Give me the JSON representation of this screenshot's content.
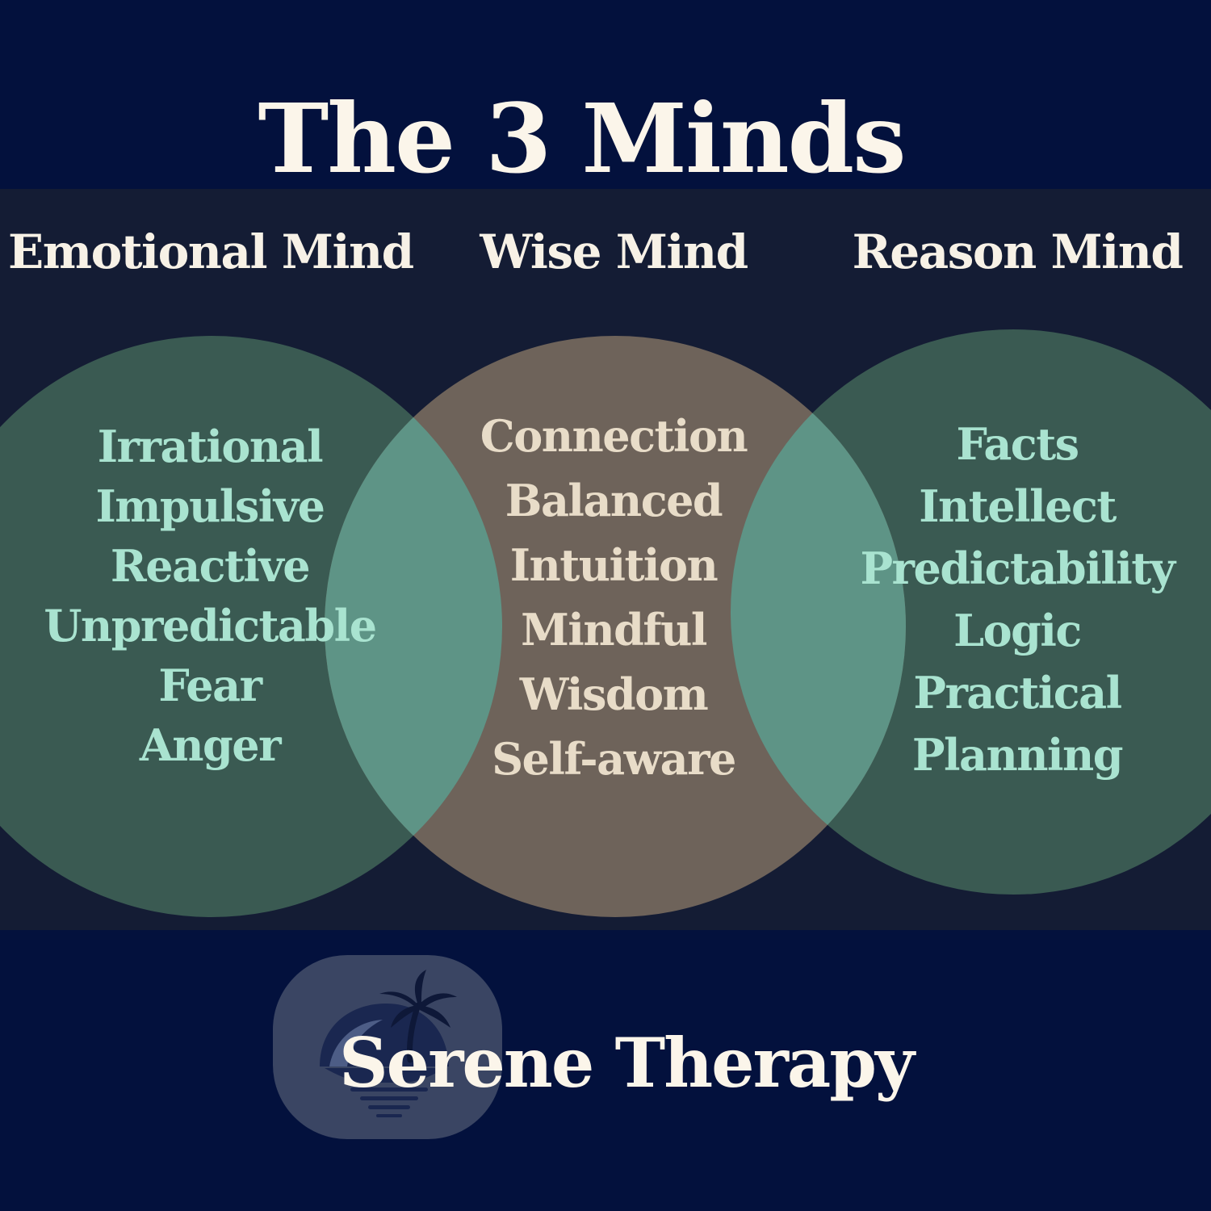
{
  "title": "The 3 Minds",
  "minds": {
    "emotional": {
      "heading": "Emotional Mind",
      "traits": [
        "Irrational",
        "Impulsive",
        "Reactive",
        "Unpredictable",
        "Fear",
        "Anger"
      ]
    },
    "wise": {
      "heading": "Wise Mind",
      "traits": [
        "Connection",
        "Balanced",
        "Intuition",
        "Mindful",
        "Wisdom",
        "Self-aware"
      ]
    },
    "reason": {
      "heading": "Reason Mind",
      "traits": [
        "Facts",
        "Intellect",
        "Predictability",
        "Logic",
        "Practical",
        "Planning"
      ]
    }
  },
  "brand": {
    "name": "Serene Therapy",
    "logo_icon": "palm-sunset-icon"
  },
  "colors": {
    "background": "#03113d",
    "panel": "#141c34",
    "emotional_circle": "#3a5a52",
    "wise_circle": "#6e635a",
    "overlap": "#5e9486",
    "title_text": "#fbf5ea",
    "green_text": "#a9e3d0",
    "wise_text": "#e8dcc8"
  }
}
